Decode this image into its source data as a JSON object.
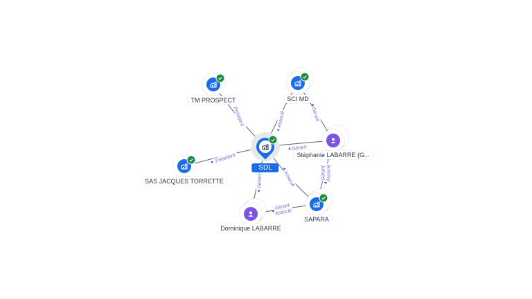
{
  "colors": {
    "company": "#1a6de6",
    "person": "#7b55e0",
    "verified": "#1e8c46",
    "edge": "#5b6473",
    "edge_label": "#6b6fd4"
  },
  "nodes": [
    {
      "id": "sdl",
      "label": "SDL",
      "type": "company",
      "main": true,
      "verified": true,
      "icon": "building-icon"
    },
    {
      "id": "tm_prospect",
      "label": "TM PROSPECT",
      "type": "company",
      "verified": true,
      "icon": "building-icon"
    },
    {
      "id": "sci_md",
      "label": "SCI MD",
      "type": "company",
      "verified": true,
      "icon": "building-icon",
      "stacked": true
    },
    {
      "id": "stephanie",
      "label": "Stéphanie LABARRE (G...",
      "type": "person",
      "icon": "person-icon",
      "stacked": true
    },
    {
      "id": "sas_jt",
      "label": "SAS JACQUES TORRETTE",
      "type": "company",
      "verified": true,
      "icon": "building-icon"
    },
    {
      "id": "dominique",
      "label": "Dominique LABARRE",
      "type": "person",
      "icon": "person-icon",
      "stacked": true
    },
    {
      "id": "sapara",
      "label": "SAPARA",
      "type": "company",
      "verified": true,
      "icon": "building-icon",
      "stacked": true
    }
  ],
  "edges": [
    {
      "from": "tm_prospect",
      "to": "sdl",
      "label": "Président"
    },
    {
      "from": "sci_md",
      "to": "sdl",
      "label": "Associé"
    },
    {
      "from": "stephanie",
      "to": "sdl",
      "label": "Gérant"
    },
    {
      "from": "sas_jt",
      "to": "sdl",
      "label": "Président"
    },
    {
      "from": "dominique",
      "to": "sdl",
      "label": "Gérant"
    },
    {
      "from": "sapara",
      "to": "sdl",
      "label": "Associé"
    },
    {
      "from": "stephanie",
      "to": "sci_md",
      "label": "Gérant"
    },
    {
      "from": "stephanie",
      "to": "sapara",
      "label": "Gérant\nAssocié"
    },
    {
      "from": "dominique",
      "to": "sapara",
      "label": "Gérant\nAssocié"
    }
  ]
}
